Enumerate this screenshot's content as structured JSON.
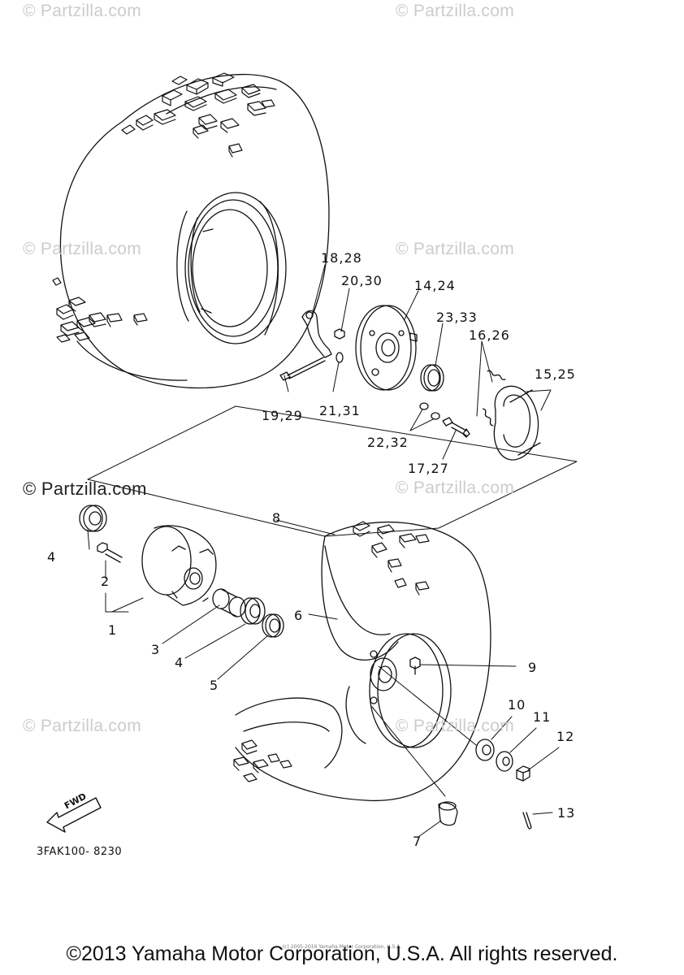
{
  "watermarks": [
    "© Partzilla.com",
    "© Partzilla.com",
    "© Partzilla.com",
    "© Partzilla.com",
    "© Partzilla.com",
    "© Partzilla.com",
    "© Partzilla.com",
    "© Partzilla.com"
  ],
  "callouts": {
    "c1": "1",
    "c2": "2",
    "c3": "3",
    "c4a": "4",
    "c4b": "4",
    "c5": "5",
    "c6": "6",
    "c7": "7",
    "c8": "8",
    "c9": "9",
    "c10": "10",
    "c11": "11",
    "c12": "12",
    "c13": "13",
    "c14_24": "14,24",
    "c15_25": "15,25",
    "c16_26": "16,26",
    "c17_27": "17,27",
    "c18_28": "18,28",
    "c19_29": "19,29",
    "c20_30": "20,30",
    "c21_31": "21,31",
    "c22_32": "22,32",
    "c23_33": "23,33"
  },
  "fwd_label": "FWD",
  "drawing_code": "3FAK100- 8230",
  "tiny_copyright": "(c) 2005-2016 Yamaha Motor Corporation, U.S.A.",
  "copyright": "©2013 Yamaha Motor Corporation, U.S.A. All rights reserved.",
  "colors": {
    "line": "#111111",
    "watermark": "#cccccc"
  }
}
